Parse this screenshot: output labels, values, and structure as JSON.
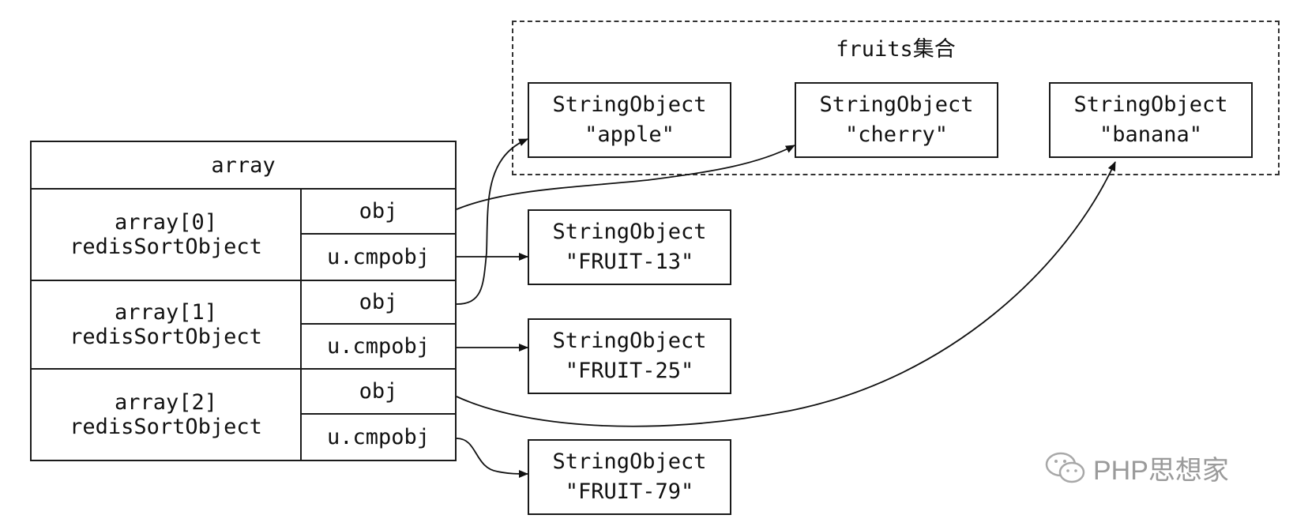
{
  "group": {
    "title": "fruits集合"
  },
  "array": {
    "header": "array",
    "rows": [
      {
        "name": "array[0]",
        "type": "redisSortObject",
        "obj": "obj",
        "cmp": "u.cmpobj"
      },
      {
        "name": "array[1]",
        "type": "redisSortObject",
        "obj": "obj",
        "cmp": "u.cmpobj"
      },
      {
        "name": "array[2]",
        "type": "redisSortObject",
        "obj": "obj",
        "cmp": "u.cmpobj"
      }
    ]
  },
  "set_objects": [
    {
      "type": "StringObject",
      "value": "\"apple\""
    },
    {
      "type": "StringObject",
      "value": "\"cherry\""
    },
    {
      "type": "StringObject",
      "value": "\"banana\""
    }
  ],
  "cmp_objects": [
    {
      "type": "StringObject",
      "value": "\"FRUIT-13\""
    },
    {
      "type": "StringObject",
      "value": "\"FRUIT-25\""
    },
    {
      "type": "StringObject",
      "value": "\"FRUIT-79\""
    }
  ],
  "watermark": {
    "text": "PHP思想家",
    "icon": "wechat-icon"
  }
}
